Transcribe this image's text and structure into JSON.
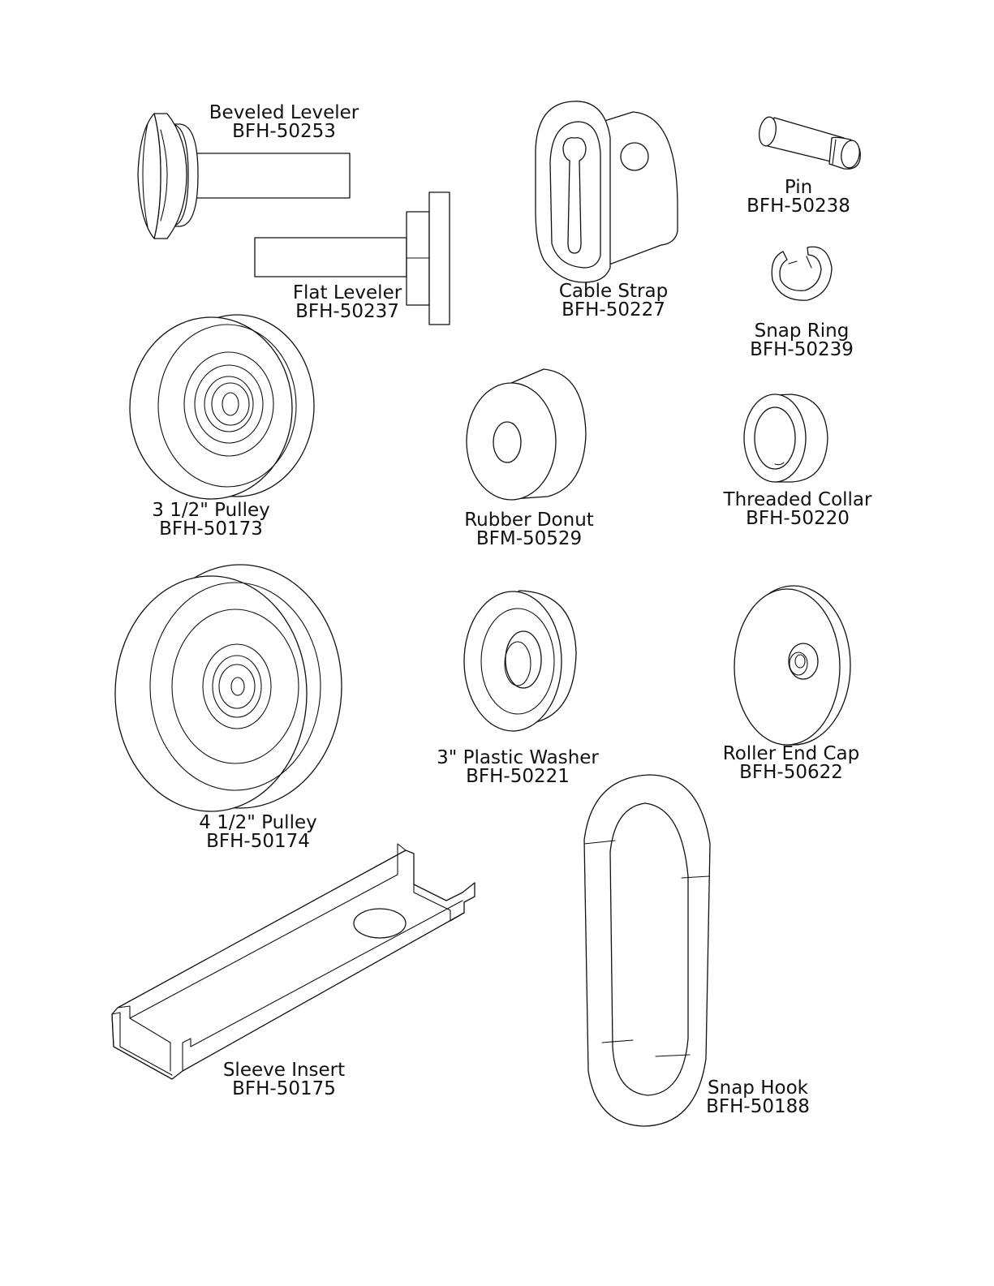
{
  "parts": [
    {
      "id": "beveled-leveler",
      "name": "Beveled Leveler",
      "part_number": "BFH-50253"
    },
    {
      "id": "flat-leveler",
      "name": "Flat Leveler",
      "part_number": "BFH-50237"
    },
    {
      "id": "cable-strap",
      "name": "Cable Strap",
      "part_number": "BFH-50227"
    },
    {
      "id": "pin",
      "name": "Pin",
      "part_number": "BFH-50238"
    },
    {
      "id": "snap-ring",
      "name": "Snap Ring",
      "part_number": "BFH-50239"
    },
    {
      "id": "pulley-3-5",
      "name": "3 1/2\" Pulley",
      "part_number": "BFH-50173"
    },
    {
      "id": "rubber-donut",
      "name": "Rubber Donut",
      "part_number": "BFM-50529"
    },
    {
      "id": "threaded-collar",
      "name": "Threaded Collar",
      "part_number": "BFH-50220"
    },
    {
      "id": "pulley-4-5",
      "name": "4 1/2\" Pulley",
      "part_number": "BFH-50174"
    },
    {
      "id": "plastic-washer",
      "name": "3\" Plastic Washer",
      "part_number": "BFH-50221"
    },
    {
      "id": "roller-end-cap",
      "name": "Roller End Cap",
      "part_number": "BFH-50622"
    },
    {
      "id": "sleeve-insert",
      "name": "Sleeve Insert",
      "part_number": "BFH-50175"
    },
    {
      "id": "snap-hook",
      "name": "Snap Hook",
      "part_number": "BFH-50188"
    }
  ]
}
